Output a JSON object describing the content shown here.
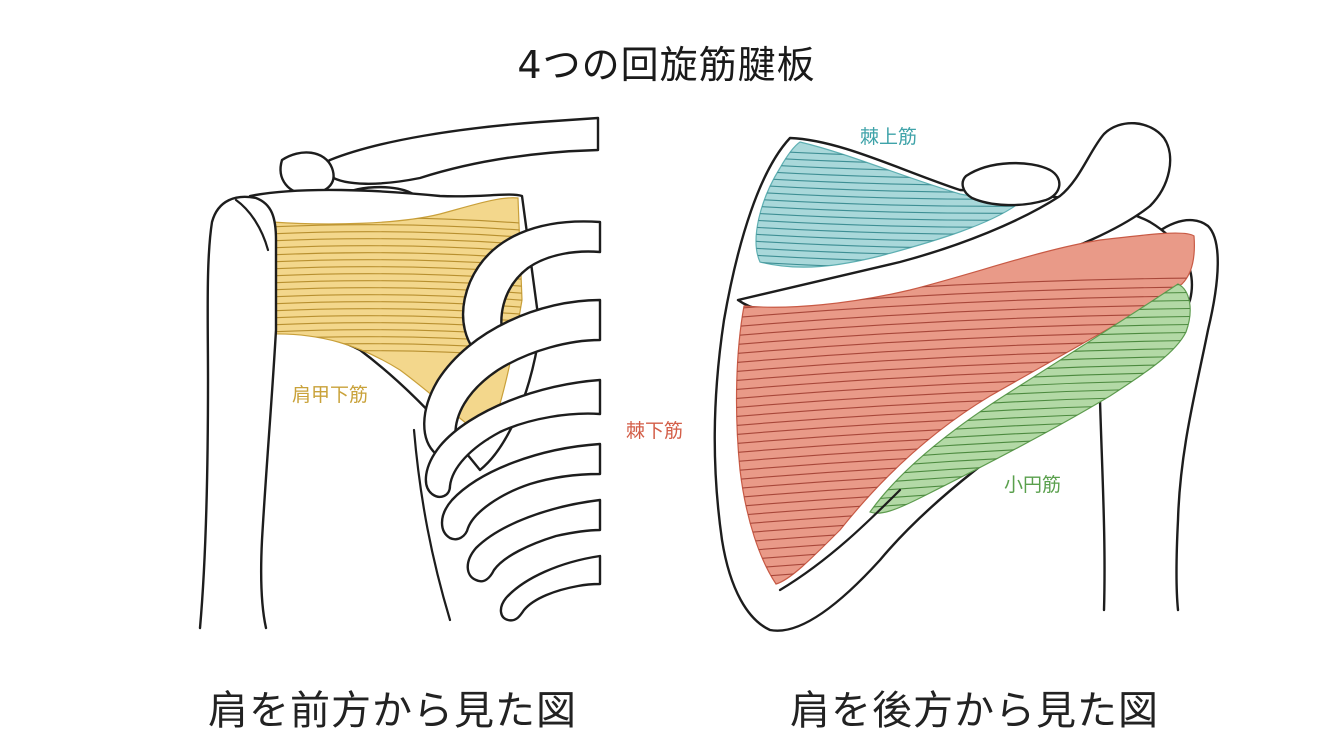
{
  "title": "4つの回旋筋腱板",
  "front": {
    "caption": "肩を前方から見た図",
    "labels": {
      "subscapularis": "肩甲下筋"
    }
  },
  "back": {
    "caption": "肩を後方から見た図",
    "labels": {
      "supraspinatus": "棘上筋",
      "infraspinatus": "棘下筋",
      "teres_minor": "小円筋"
    }
  },
  "colors": {
    "subscapularis": "#f3d78c",
    "subscapularis_label": "#c9a23a",
    "supraspinatus": "#a9d8da",
    "supraspinatus_label": "#3fa3a9",
    "infraspinatus": "#e99a88",
    "infraspinatus_label": "#d35e48",
    "teres_minor": "#b3d9a6",
    "teres_minor_label": "#5aa04d"
  }
}
